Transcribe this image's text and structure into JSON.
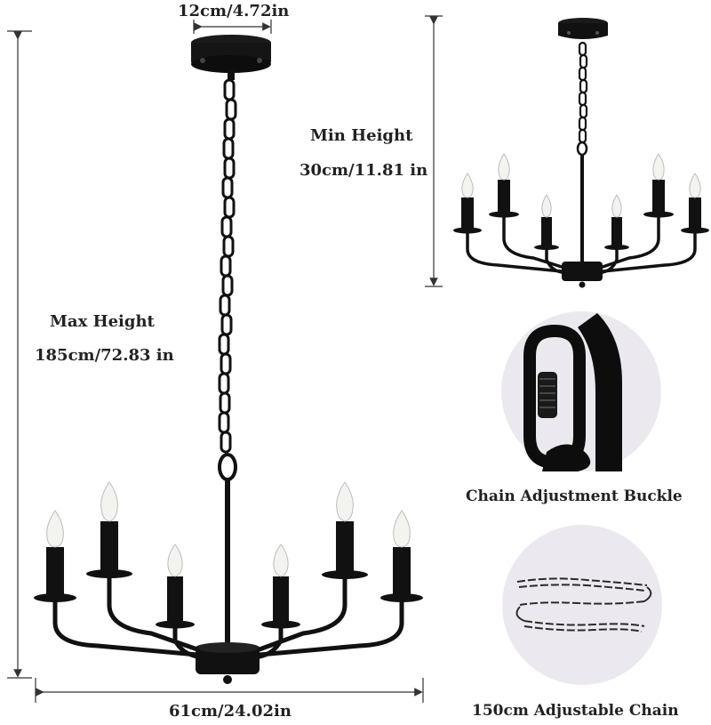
{
  "dimensions": {
    "canopy_width": "12cm/4.72in",
    "min_height_label": "Min Height",
    "min_height_value": "30cm/11.81 in",
    "max_height_label": "Max Height",
    "max_height_value": "185cm/72.83 in",
    "width": "61cm/24.02in"
  },
  "captions": {
    "buckle": "Chain Adjustment Buckle",
    "chain": "150cm Adjustable Chain"
  },
  "colors": {
    "fixture": "#111111",
    "detail_bg": "#ebe9ef",
    "bulb": "#f5f5f2"
  }
}
